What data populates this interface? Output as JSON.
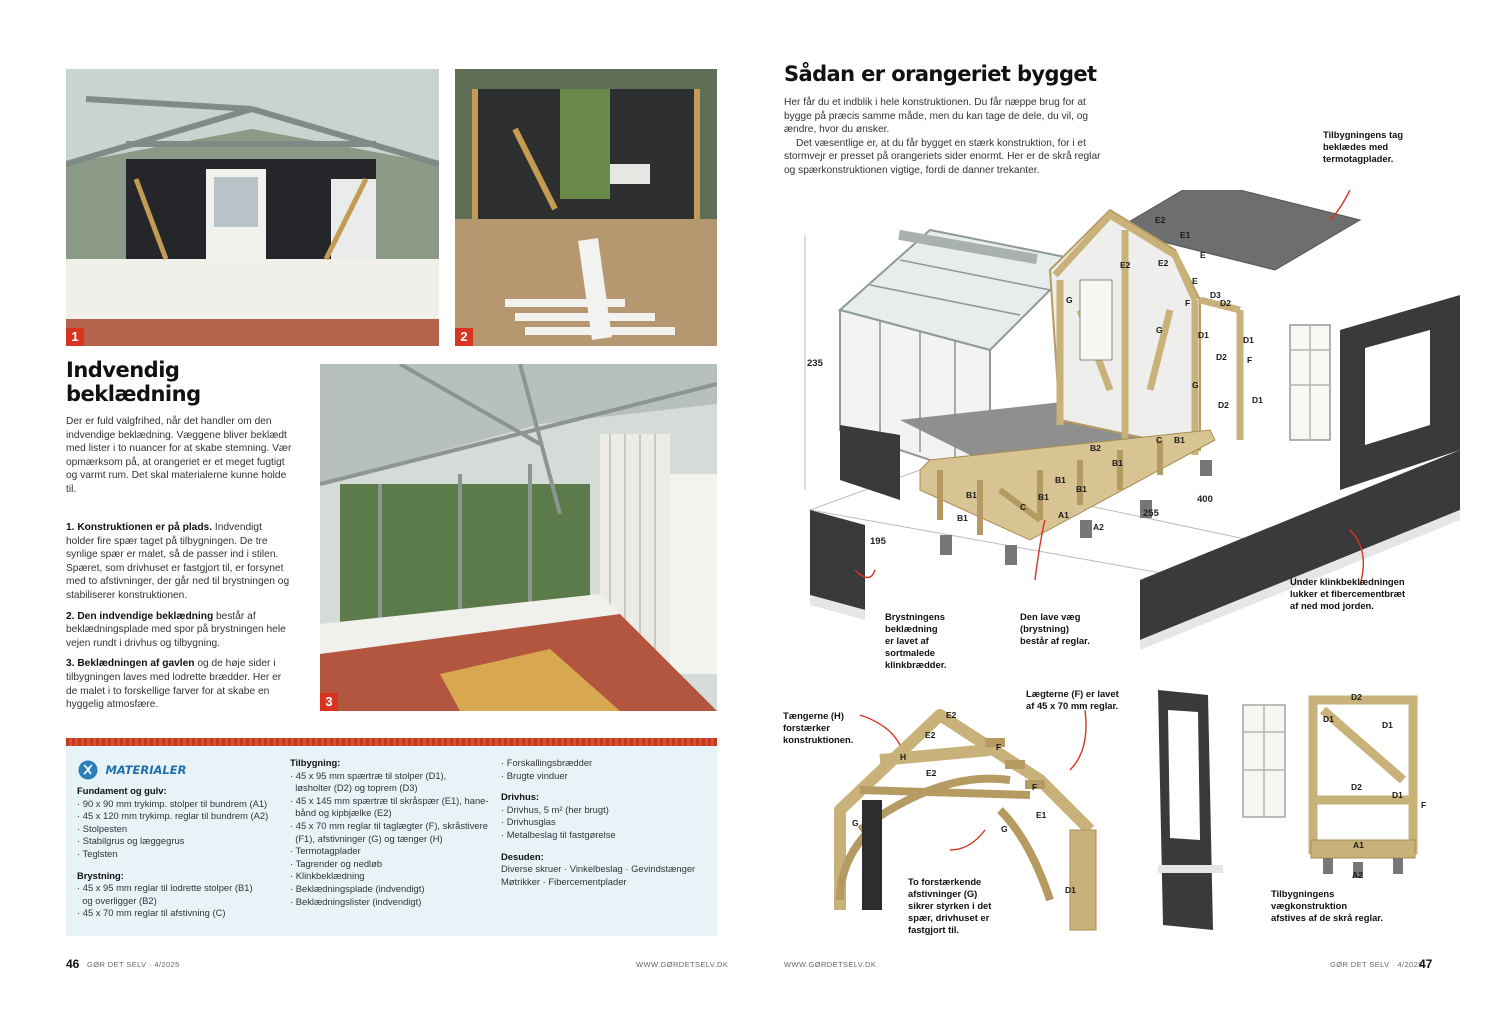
{
  "left_page": {
    "photos": [
      {
        "number": "1"
      },
      {
        "number": "2"
      },
      {
        "number": "3"
      }
    ],
    "heading_line1": "Indvendig",
    "heading_line2": "beklædning",
    "intro": "Der er fuld valgfrihed, når det handler om den indvendige beklædning. Væggene bliver beklædt med lister i to nuancer for at skabe stemning. Vær opmærksom på, at orangeriet er et meget fugtigt og varmt rum. Det skal materialerne kunne holde til.",
    "steps": [
      {
        "lead": "1. Konstruktionen er på plads.",
        "text": " Indvendigt holder fire spær taget på tilbygningen. De tre synlige spær er malet, så de passer ind i stilen. Spæret, som drivhuset er fastgjort til, er forsynet med to afstivninger, der går ned til brystningen og stabiliserer konstruktionen."
      },
      {
        "lead": "2. Den indvendige beklædning",
        "text": " består af beklædningsplade med spor på brystningen hele vejen rundt i drivhus og tilbygning."
      },
      {
        "lead": "3. Beklædningen af gavlen",
        "text": " og de høje sider i tilbygningen laves med lodrette brædder. Her er de malet i to forskellige farver for at skabe en hyggelig atmosfære."
      }
    ],
    "materials": {
      "title": "MATERIALER",
      "col1": [
        {
          "head": "Fundament og gulv:",
          "items": [
            "· 90 x 90 mm trykimp. stolper til bundrem (A1)",
            "· 45 x 120 mm trykimp. reglar til bundrem (A2)",
            "· Stolpesten",
            "· Stabilgrus og læggegrus",
            "· Teglsten"
          ]
        },
        {
          "head": "Brystning:",
          "items": [
            "· 45 x 95 mm reglar til lodrette stolper (B1)",
            "  og overligger (B2)",
            "· 45 x 70 mm reglar til afstivning (C)"
          ]
        }
      ],
      "col2": [
        {
          "head": "Tilbygning:",
          "items": [
            "· 45 x 95 mm spærtræ til stolper (D1),",
            "  løsholter (D2) og toprem (D3)",
            "· 45 x 145 mm spærtræ til skråspær (E1), hane-",
            "  bånd og kipbjælke (E2)",
            "· 45 x 70 mm reglar til taglægter (F), skråstivere",
            "  (F1), afstivninger (G) og tænger (H)",
            "· Termotagplader",
            "· Tagrender og nedløb",
            "· Klinkbeklædning",
            "· Beklædningsplade (indvendigt)",
            "· Beklædningslister (indvendigt)"
          ]
        }
      ],
      "col3": [
        {
          "head": "",
          "items": [
            "· Forskallingsbrædder",
            "· Brugte vinduer"
          ]
        },
        {
          "head": "Drivhus:",
          "items": [
            "· Drivhus, 5 m² (her brugt)",
            "· Drivhusglas",
            "· Metalbeslag til fastgørelse"
          ]
        },
        {
          "head": "Desuden:",
          "items": [
            "Diverse skruer · Vinkelbeslag · Gevindstænger",
            "Møtrikker · Fibercementplader"
          ]
        }
      ]
    },
    "footer_page": "46",
    "footer_mag": "GØR DET SELV · 4/2025",
    "footer_url": "WWW.GØRDETSELV.DK"
  },
  "right_page": {
    "heading": "Sådan er orangeriet bygget",
    "intro_p1": "Her får du et indblik i hele konstruktionen. Du får næppe brug for at bygge på præcis samme måde, men du kan tage de dele, du vil, og ændre, hvor du ønsker.",
    "intro_p2": "Det væsentlige er, at du får bygget en stærk konstruktion, for i et stormvejr er presset på orangeriets sider enormt. Her er de skrå reglar og spærkonstruktionen vigtige, fordi de danner trekanter.",
    "captions": {
      "roof": [
        "Tilbygningens tag",
        "beklædes med",
        "termotagplader."
      ],
      "cladding": [
        "Under klinkbeklædningen",
        "lukker et fibercementbræt",
        "af ned mod jorden."
      ],
      "brystning_cladding": [
        "Brystningens",
        "beklædning",
        "er lavet af",
        "sortmalede",
        "klinkbrædder."
      ],
      "low_wall": [
        "Den lave væg",
        "(brystning)",
        "består af reglar."
      ],
      "tongs": [
        "Tængerne (H)",
        "forstærker",
        "konstruktionen."
      ],
      "battens": [
        "Lægterne (F) er lavet",
        "af 45 x 70 mm reglar."
      ],
      "braces": [
        "To forstærkende",
        "afstivninger (G)",
        "sikrer styrken i det",
        "spær, drivhuset er",
        "fastgjort til."
      ],
      "wall": [
        "Tilbygningens",
        "vægkonstruktion",
        "afstives af de skrå reglar."
      ]
    },
    "dimensions": {
      "height": "235",
      "d195": "195",
      "d255": "255",
      "d400": "400"
    },
    "labels_main": [
      "E2",
      "E1",
      "E2",
      "E2",
      "E",
      "E",
      "F",
      "D3",
      "D2",
      "D1",
      "D1",
      "D2",
      "D2",
      "G",
      "G",
      "G",
      "F",
      "D1",
      "B2",
      "B1",
      "B1",
      "B1",
      "B1",
      "B1",
      "B1",
      "C",
      "C",
      "A1",
      "A2",
      "B1"
    ],
    "labels_truss": [
      "E2",
      "E2",
      "H",
      "E2",
      "F",
      "F",
      "E1",
      "G",
      "G",
      "D1"
    ],
    "labels_wall": [
      "D2",
      "D1",
      "D1",
      "F",
      "D2",
      "D1",
      "A1",
      "A2"
    ],
    "footer_url": "WWW.GØRDETSELV.DK",
    "footer_mag": "GØR DET SELV · 4/2025",
    "footer_page": "47"
  },
  "colors": {
    "accent": "#d9341f",
    "materials_bg": "#e8f3f8",
    "wood": "#c9b27a",
    "cladding": "#3a3a3c"
  }
}
